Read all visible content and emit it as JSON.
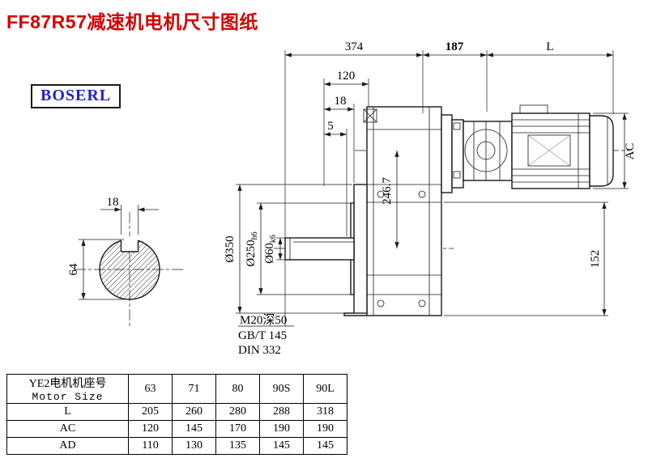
{
  "header": {
    "title": "FF87R57减速机电机尺寸图纸",
    "brand": "BOSERL"
  },
  "drawing": {
    "dims": {
      "top_374": "374",
      "top_187": "187",
      "top_L": "L",
      "left_120": "120",
      "left_18": "18",
      "left_5": "5",
      "ac": "AC",
      "center_246_7": "246.7",
      "right_152": "152",
      "dia_350": "Ø350",
      "dia_250": "Ø250",
      "dia_250_tol": "h6",
      "dia_60": "Ø60",
      "dia_60_tol": "k6",
      "key_width_18": "18",
      "shaft_dia_64": "64"
    },
    "notes": {
      "tap": "M20深50",
      "gbt": "GB/T 145",
      "din": "DIN 332"
    }
  },
  "table": {
    "header_cn": "YE2电机机座号",
    "header_en": "Motor Size",
    "columns": [
      "63",
      "71",
      "80",
      "90S",
      "90L"
    ],
    "rows": [
      {
        "label": "L",
        "values": [
          "205",
          "260",
          "280",
          "288",
          "318"
        ]
      },
      {
        "label": "AC",
        "values": [
          "120",
          "145",
          "170",
          "190",
          "190"
        ]
      },
      {
        "label": "AD",
        "values": [
          "110",
          "130",
          "135",
          "145",
          "145"
        ]
      }
    ]
  }
}
